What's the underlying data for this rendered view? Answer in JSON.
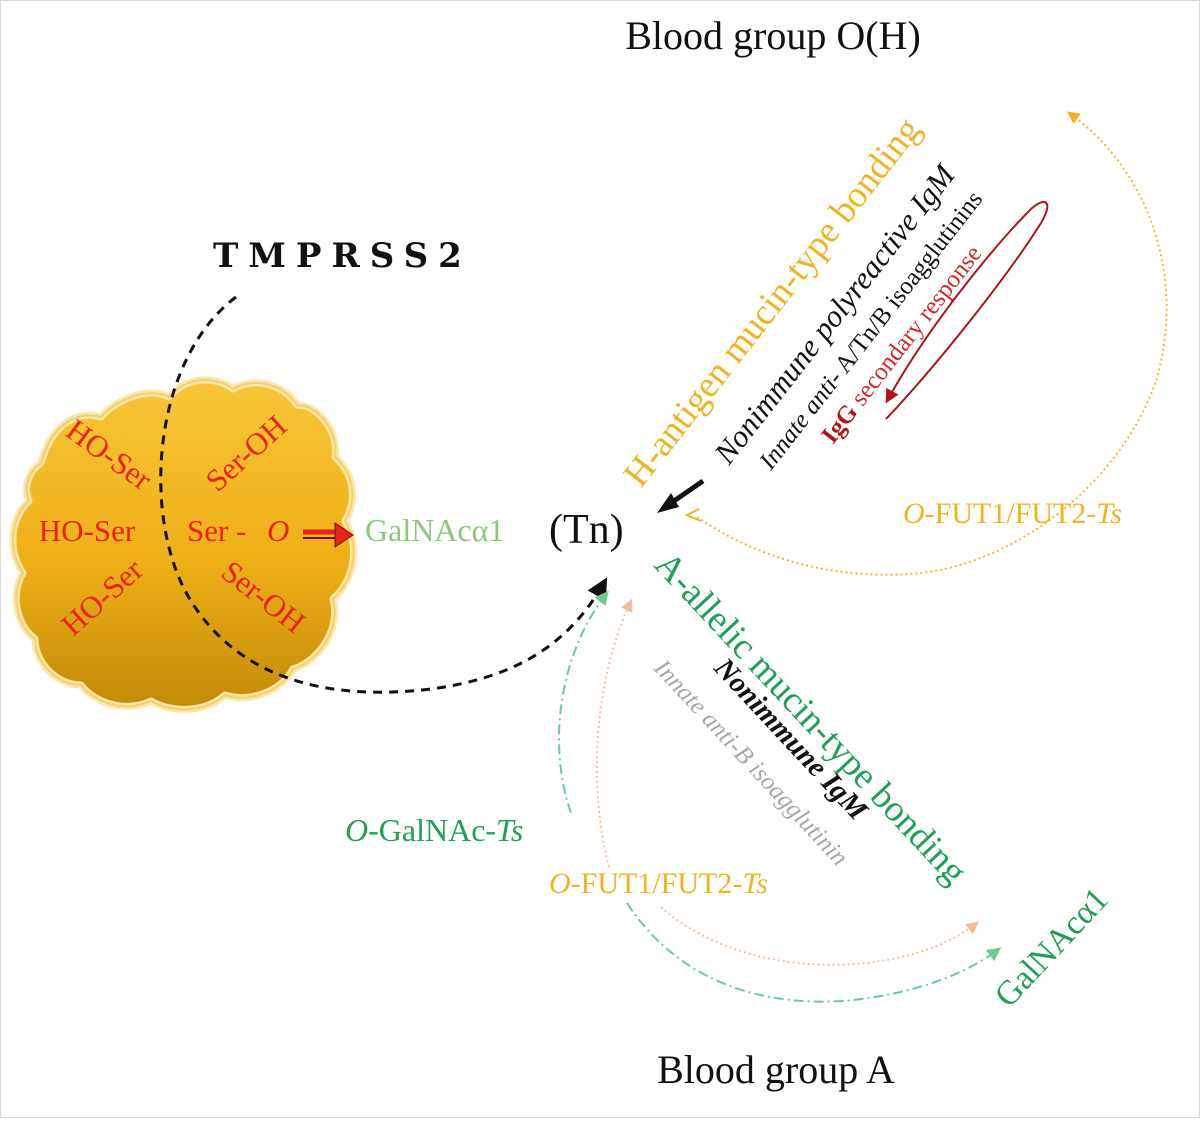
{
  "title_top": "Blood group O(H)",
  "title_bottom": "Blood group A",
  "enzyme_label": "TMPRSS2",
  "molecule": {
    "groups": [
      "HO-Ser",
      "HO-Ser",
      "HO-Ser",
      "Ser-OH",
      "Ser -",
      "O",
      "Ser-OH"
    ]
  },
  "center": {
    "galnac_left": "GalNAcα1",
    "tn": "(Tn)"
  },
  "h_branch": {
    "bonding": "H-antigen mucin-type bonding",
    "nonimmune": "Nonimmune polyreactive IgM",
    "innate_prefix": "Innate anti-",
    "innate_suffix": "A/Tn/B isoagglutinins",
    "igg": "IgG",
    "secondary": "secondary response",
    "enzyme_prefix": "O-",
    "enzyme_mid": "FUT1/FUT2-",
    "enzyme_suffix": "Ts"
  },
  "a_branch": {
    "bonding": "A-allelic mucin-type bonding",
    "nonimmune": "Nonimmune IgM",
    "innate": "Innate anti-B isoagglutinin",
    "galnac_right": "GalNAcα1",
    "galnac_ts_prefix": "O-",
    "galnac_ts_mid": "GalNAc-",
    "galnac_ts_suffix": "Ts",
    "fut_prefix": "O-",
    "fut_mid": "FUT1/FUT2-",
    "fut_suffix": "Ts"
  },
  "colors": {
    "red": "#e8231b",
    "dark_red": "#b0151a",
    "yellow": "#f0b321",
    "green": "#1fa055",
    "light_green": "#8cc77a",
    "gray": "#a7a7a7",
    "peach": "#f4bc97",
    "black": "#111111",
    "gold_light": "#f7c33a",
    "gold_dark": "#c28b09"
  }
}
